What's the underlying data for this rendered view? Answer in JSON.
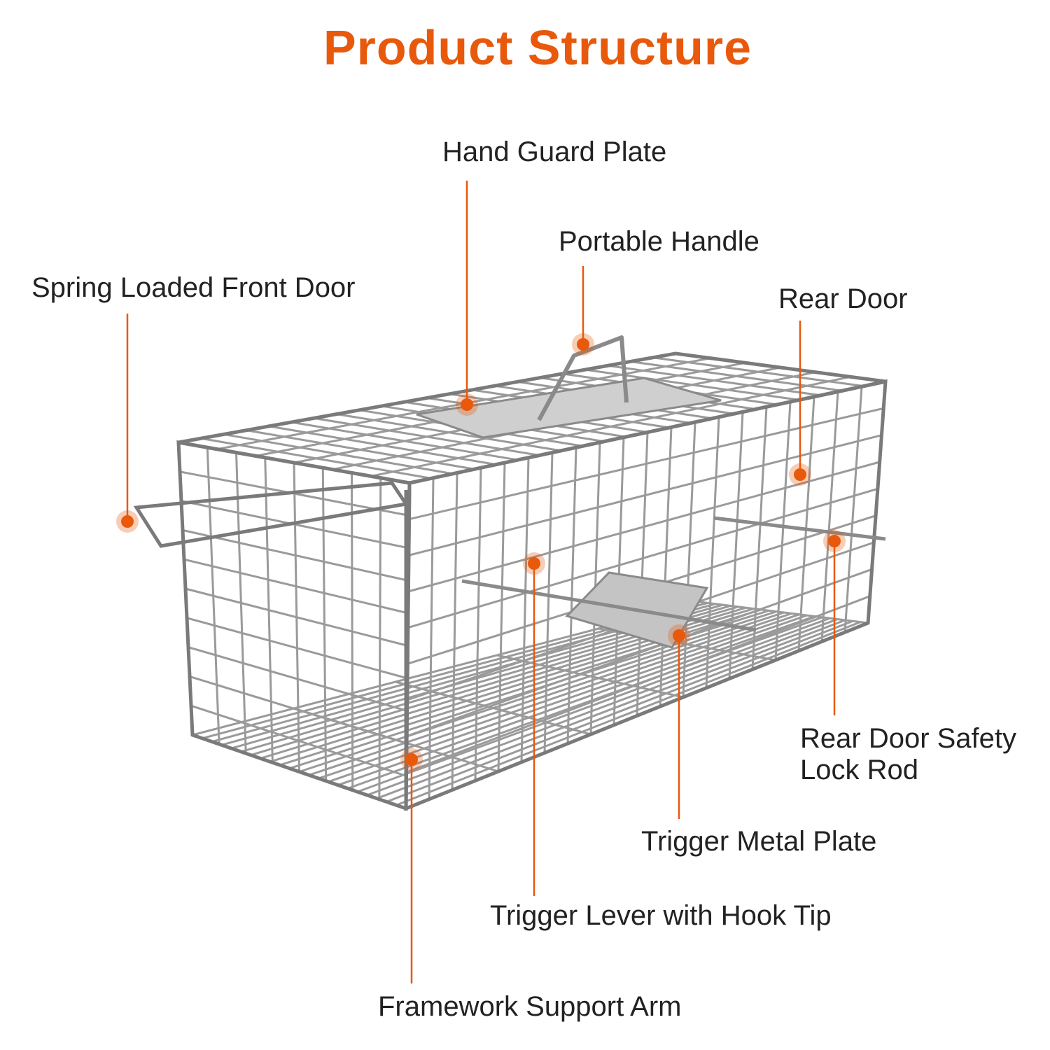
{
  "title": "Product Structure",
  "colors": {
    "accent": "#e8590c",
    "label_text": "#222222",
    "wire": "#9a9a9a",
    "plate": "#c8c8c8"
  },
  "labels": {
    "hand_guard_plate": "Hand Guard Plate",
    "portable_handle": "Portable Handle",
    "spring_loaded_front_door": "Spring Loaded Front Door",
    "rear_door": "Rear Door",
    "rear_door_safety_lock_rod_line1": "Rear Door Safety",
    "rear_door_safety_lock_rod_line2": "Lock Rod",
    "trigger_metal_plate": "Trigger Metal Plate",
    "trigger_lever_with_hook_tip": "Trigger Lever with Hook Tip",
    "framework_support_arm": "Framework Support Arm"
  }
}
